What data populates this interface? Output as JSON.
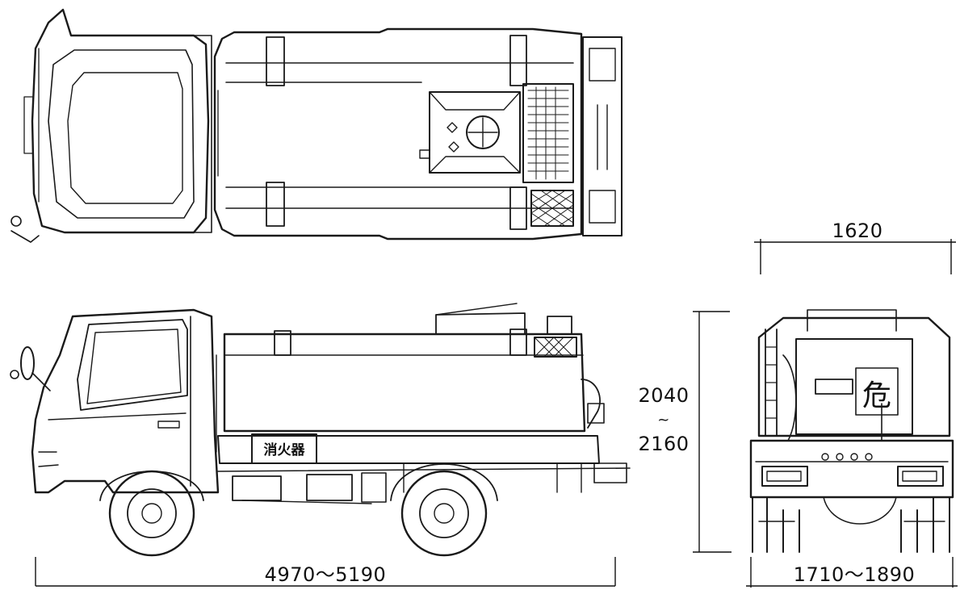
{
  "dimensions": {
    "overall_length": "4970～5190",
    "overall_height_min": "2040",
    "overall_height_sep": "~",
    "overall_height_max": "2160",
    "tank_width": "1620",
    "overall_width": "1710～1890"
  },
  "labels": {
    "extinguisher_box": "消火器",
    "hazard_placard": "危"
  }
}
